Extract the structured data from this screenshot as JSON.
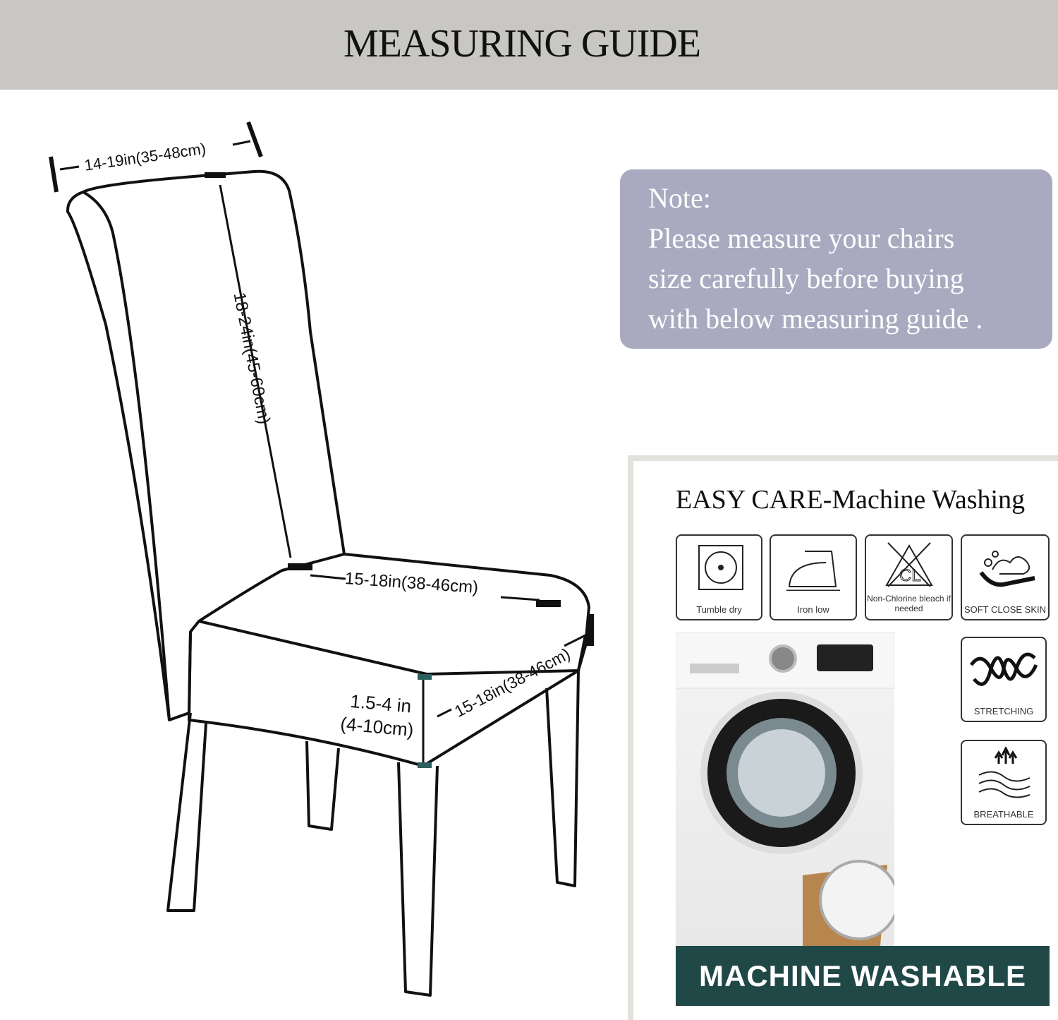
{
  "header": {
    "title": "MEASURING GUIDE"
  },
  "note": {
    "lines": [
      "Note:",
      "Please measure your chairs",
      "size carefully before buying",
      "with below measuring guide ."
    ]
  },
  "dimensions": {
    "back_width": "14-19in(35-48cm)",
    "back_height": "18-24in(45-60cm)",
    "seat_width": "15-18in(38-46cm)",
    "seat_depth": "15-18in(38-46cm)",
    "skirt_height_in": "1.5-4 in",
    "skirt_height_cm": "(4-10cm)"
  },
  "care": {
    "title": "EASY CARE-Machine Washing",
    "icons": [
      {
        "icon": "tumble-dry-icon",
        "label": "Tumble dry"
      },
      {
        "icon": "iron-low-icon",
        "label": "Iron low"
      },
      {
        "icon": "no-chlorine-bleach-icon",
        "label": "Non-Chlorine bleach if needed"
      },
      {
        "icon": "soft-skin-icon",
        "label": "SOFT CLOSE SKIN"
      },
      {
        "icon": "stretching-icon",
        "label": "STRETCHING"
      },
      {
        "icon": "breathable-icon",
        "label": "BREATHABLE"
      }
    ],
    "banner": "MACHINE WASHABLE"
  }
}
